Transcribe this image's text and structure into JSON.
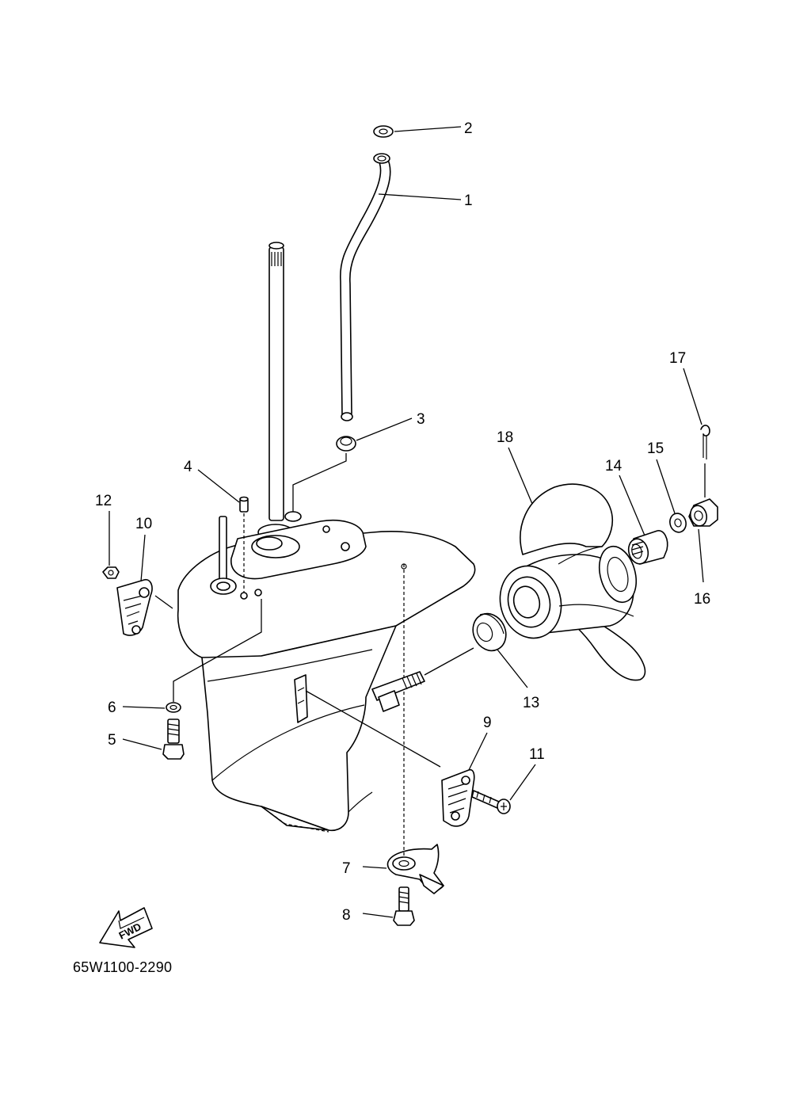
{
  "diagram": {
    "callouts": [
      "1",
      "2",
      "3",
      "4",
      "5",
      "6",
      "7",
      "8",
      "9",
      "10",
      "11",
      "12",
      "13",
      "14",
      "15",
      "16",
      "17",
      "18"
    ],
    "fwd_label": "FWD",
    "part_code": "65W1100-2290"
  }
}
